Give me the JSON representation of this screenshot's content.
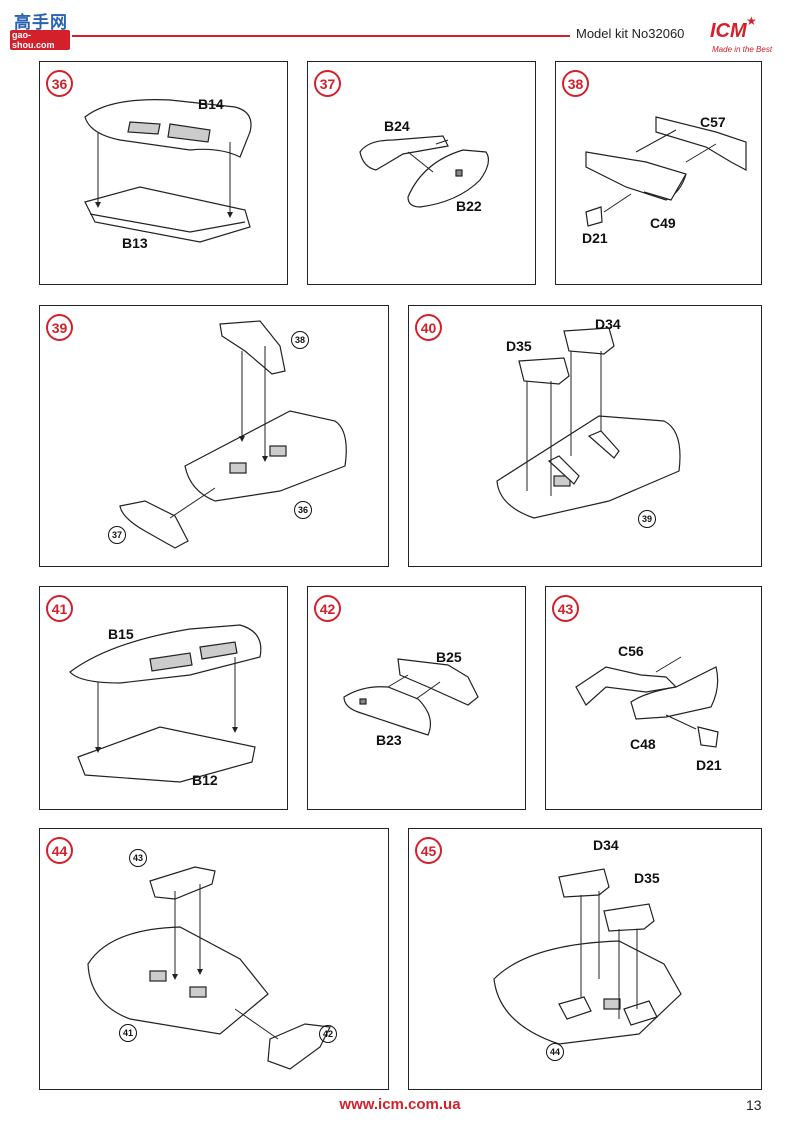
{
  "header": {
    "watermark_title": "高手网",
    "watermark_url": "gao-shou.com",
    "model_kit": "Model kit No32060",
    "logo": "ICM",
    "logo_tagline": "Made in the Best"
  },
  "steps": [
    {
      "number": "36",
      "labels": [
        "B14",
        "B13"
      ]
    },
    {
      "number": "37",
      "labels": [
        "B24",
        "B22"
      ]
    },
    {
      "number": "38",
      "labels": [
        "C57",
        "D21",
        "C49"
      ]
    },
    {
      "number": "39",
      "refs": [
        "38",
        "37",
        "36"
      ]
    },
    {
      "number": "40",
      "labels": [
        "D34",
        "D35"
      ],
      "refs": [
        "39"
      ]
    },
    {
      "number": "41",
      "labels": [
        "B15",
        "B12"
      ]
    },
    {
      "number": "42",
      "labels": [
        "B25",
        "B23"
      ]
    },
    {
      "number": "43",
      "labels": [
        "C56",
        "C48",
        "D21"
      ]
    },
    {
      "number": "44",
      "refs": [
        "43",
        "41",
        "42"
      ]
    },
    {
      "number": "45",
      "labels": [
        "D34",
        "D35"
      ],
      "refs": [
        "44"
      ]
    }
  ],
  "footer": {
    "url": "www.icm.com.ua",
    "page_number": "13"
  },
  "colors": {
    "accent": "#d4202a",
    "line": "#222222"
  }
}
